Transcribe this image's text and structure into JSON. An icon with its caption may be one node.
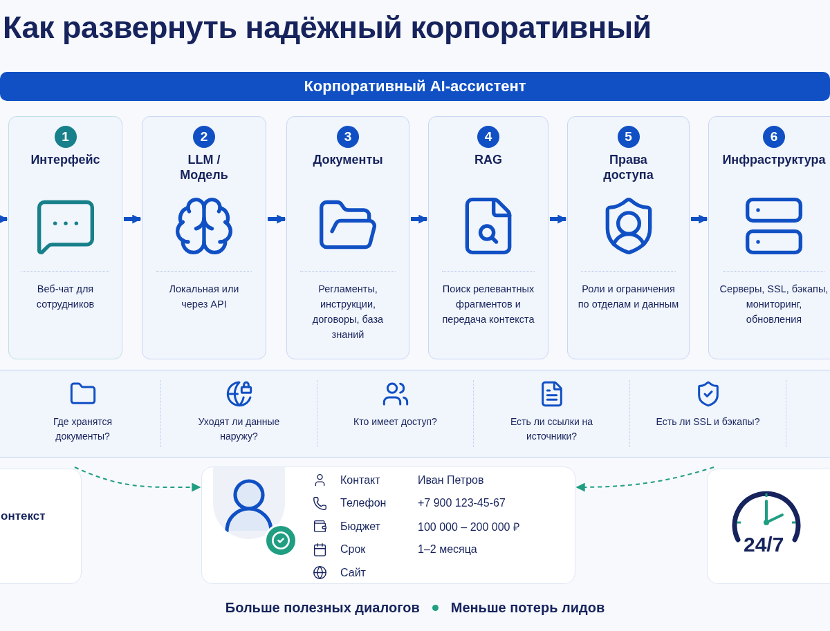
{
  "diagram": {
    "title": "Как развернуть надёжный корпоративный",
    "nodes": [
      {
        "text": [
          "Корпоративный AI-ассистент"
        ]
      },
      {
        "text": [
          "1",
          "Интерфейс",
          "Веб-чат для сотрудников"
        ]
      },
      {
        "text": [
          "2",
          "LLM / Модель",
          "Локальная или через API"
        ]
      },
      {
        "text": [
          "3",
          "Документы",
          "Регламенты, инструкции, договоры, база знаний"
        ]
      },
      {
        "text": [
          "4",
          "RAG",
          "Поиск релевантных фрагментов и передача контекста"
        ]
      },
      {
        "text": [
          "5",
          "Права доступа",
          "Роли и ограничения по отделам и данным"
        ]
      },
      {
        "text": [
          "6",
          "Инфраструктура",
          "Серверы, SSL, бэкапы, мониторинг, обновления"
        ]
      },
      {
        "text": [
          "Где хранятся документы?",
          "Уходят ли данные наружу?",
          "Кто имеет доступ?",
          "Есть ли ссылки на источники?",
          "Есть ли SSL и бэкапы?"
        ]
      },
      {
        "text": [
          "онтекст"
        ]
      },
      {
        "text": [
          "Контакт",
          "Иван Петров",
          "Телефон",
          "+7 900 123-45-67",
          "Бюджет",
          "100 000 – 200 000 ₽",
          "Срок",
          "1–2 месяца",
          "Сайт"
        ]
      },
      {
        "text": [
          "24/7"
        ]
      }
    ],
    "edges": [
      {
        "from": null,
        "to": 1,
        "arrow": "to"
      },
      {
        "from": 1,
        "to": 2,
        "arrow": "to"
      },
      {
        "from": 2,
        "to": 3,
        "arrow": "to"
      },
      {
        "from": 3,
        "to": 4,
        "arrow": "to"
      },
      {
        "from": 4,
        "to": 5,
        "arrow": "to"
      },
      {
        "from": 5,
        "to": 6,
        "arrow": "to"
      },
      {
        "from": 8,
        "to": 9,
        "arrow": "to",
        "style": "dashed",
        "color": "#1f9e82"
      },
      {
        "from": 10,
        "to": 9,
        "arrow": "to",
        "style": "dashed",
        "color": "#1f9e82"
      }
    ],
    "labels": [
      "Больше полезных диалогов",
      "Меньше потерь лидов"
    ]
  }
}
